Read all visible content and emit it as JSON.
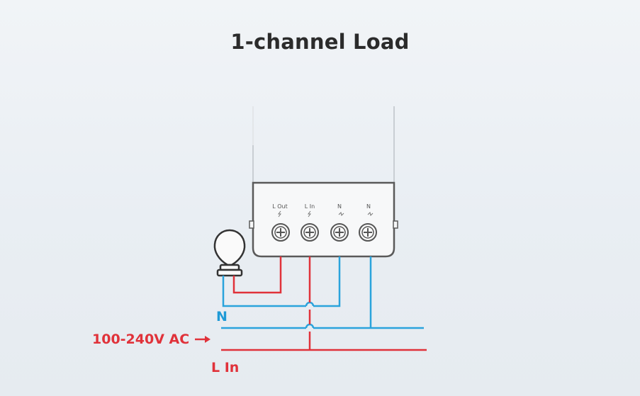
{
  "title": "1-channel Load",
  "terminals": [
    {
      "label": "L Out"
    },
    {
      "label": "L In"
    },
    {
      "label": "N"
    },
    {
      "label": "N"
    }
  ],
  "wire_labels": {
    "neutral": "N",
    "supply": "100-240V AC",
    "live_in": "L In"
  },
  "icons": [
    "light-bulb-icon",
    "arrow-right-icon",
    "lightning-icon"
  ],
  "colors": {
    "live": "#e0323a",
    "neutral": "#2aa3dc",
    "device_outline": "#5a5a5a",
    "title": "#2b2b2b"
  }
}
